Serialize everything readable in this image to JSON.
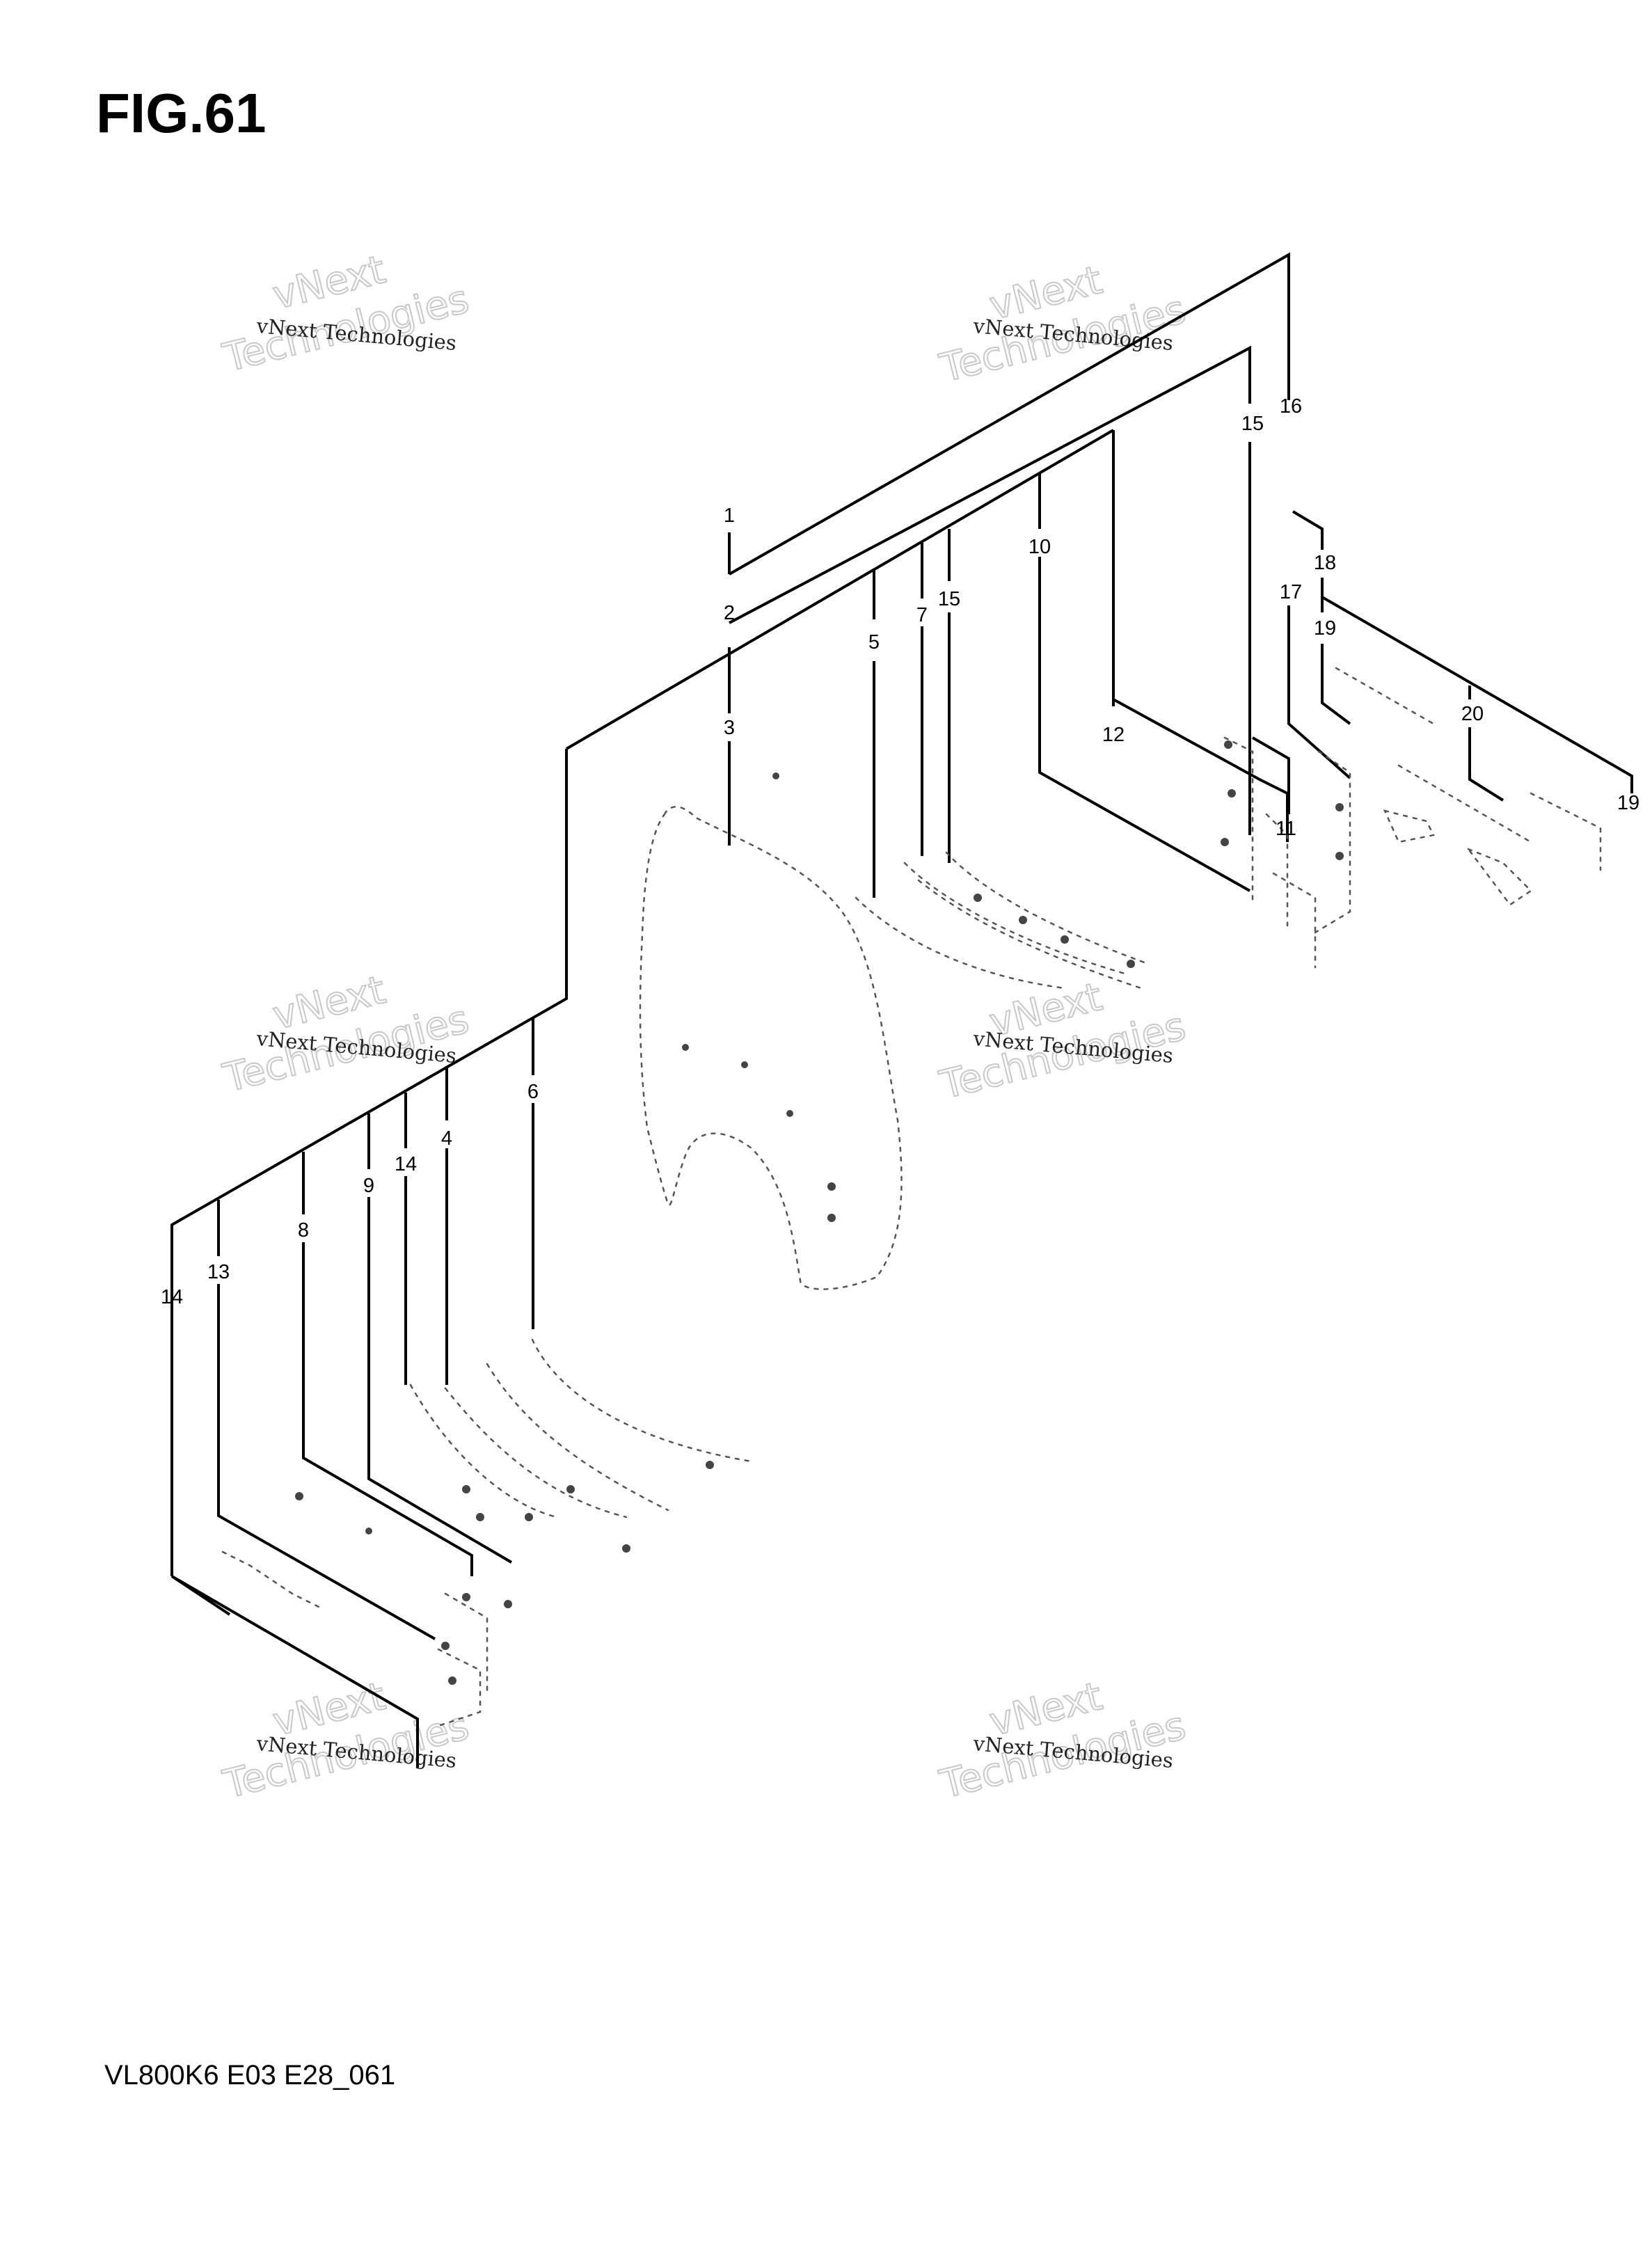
{
  "figure": {
    "title": "FIG.61",
    "footer": "VL800K6 E03 E28_061"
  },
  "watermarks": [
    {
      "line1": "vNext Technologies",
      "line2": "vNext",
      "line3": "Technologies"
    },
    {
      "line1": "vNext Technologies",
      "line2": "vNext",
      "line3": "Technologies"
    },
    {
      "line1": "vNext Technologies",
      "line2": "vNext",
      "line3": "Technologies"
    },
    {
      "line1": "vNext Technologies",
      "line2": "vNext",
      "line3": "Technologies"
    },
    {
      "line1": "vNext Technologies",
      "line2": "vNext",
      "line3": "Technologies"
    },
    {
      "line1": "vNext Technologies",
      "line2": "vNext",
      "line3": "Technologies"
    }
  ],
  "callouts": [
    "1",
    "2",
    "3",
    "5",
    "7",
    "15",
    "10",
    "12",
    "15",
    "16",
    "18",
    "17",
    "19",
    "20",
    "19",
    "11",
    "6",
    "4",
    "14",
    "9",
    "8",
    "13",
    "14"
  ]
}
